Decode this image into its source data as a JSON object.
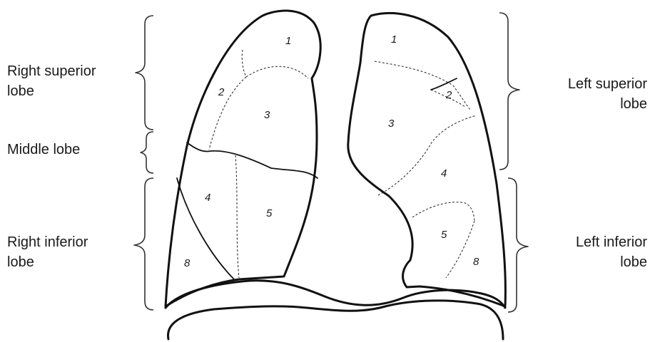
{
  "labels": {
    "right_superior_line1": "Right superior",
    "right_superior_line2": "lobe",
    "middle": "Middle lobe",
    "right_inferior_line1": "Right inferior",
    "right_inferior_line2": "lobe",
    "left_superior_line1": "Left superior",
    "left_superior_line2": "lobe",
    "left_inferior_line1": "Left inferior",
    "left_inferior_line2": "lobe"
  },
  "segments": {
    "right": [
      "1",
      "2",
      "3",
      "4",
      "5",
      "8"
    ],
    "left": [
      "1",
      "2",
      "3",
      "4",
      "5",
      "8"
    ]
  }
}
